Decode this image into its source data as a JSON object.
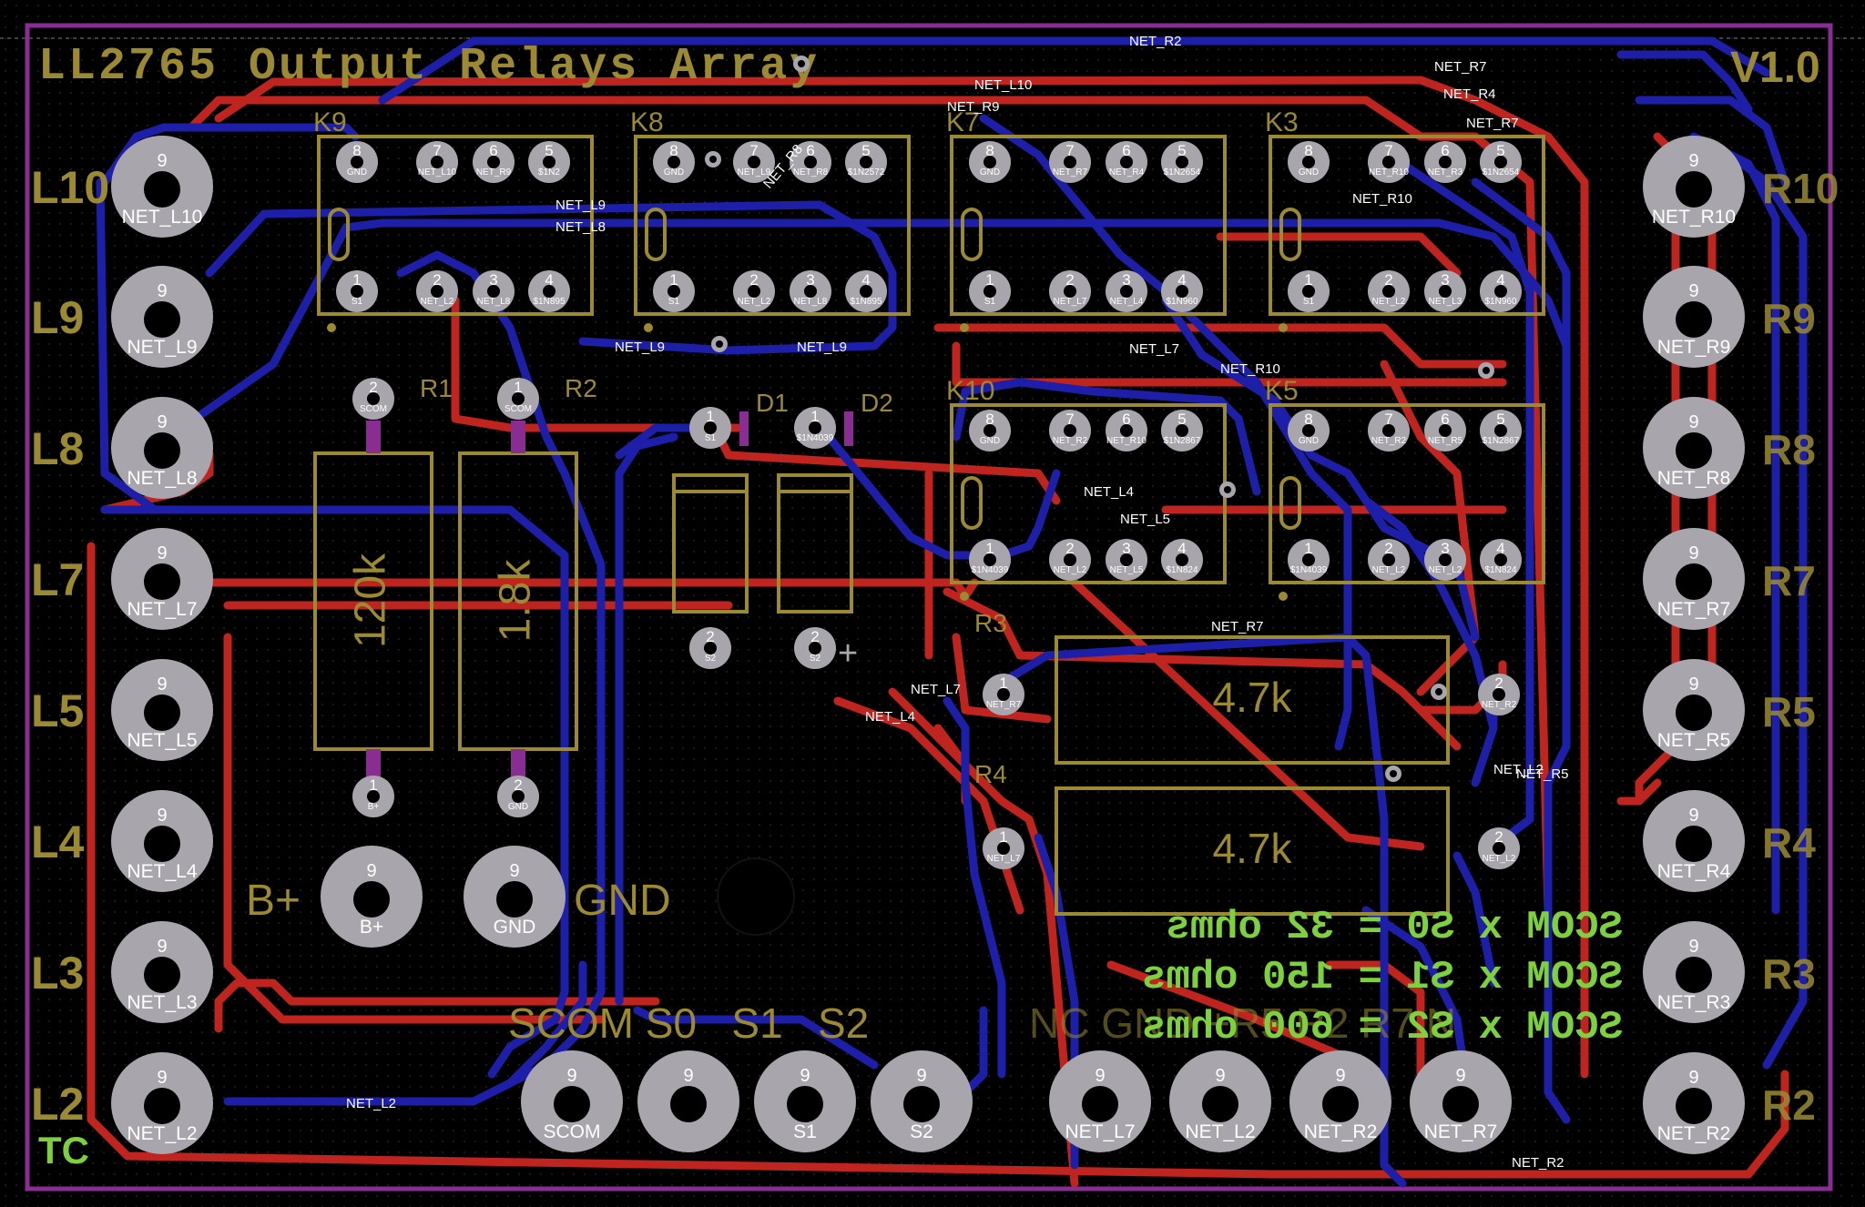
{
  "title": "LL2765 Output Relays Array",
  "version": "V1.0",
  "colors": {
    "background": "#000000",
    "outline": "#8a2d93",
    "top_copper": "#c0241f",
    "bottom_copper": "#1d1fa8",
    "silk": "#9b8a32",
    "pad": "#a9a5ad",
    "pad_hole": "#000000",
    "net_label": "#ffffff",
    "doc_text": "#7dd13f"
  },
  "left_labels": [
    "L10",
    "L9",
    "L8",
    "L7",
    "L5",
    "L4",
    "L3",
    "L2"
  ],
  "left_pads": [
    "NET_L10",
    "NET_L9",
    "NET_L8",
    "NET_L7",
    "NET_L5",
    "NET_L4",
    "NET_L3",
    "NET_L2"
  ],
  "right_labels": [
    "R10",
    "R9",
    "R8",
    "R7",
    "R5",
    "R4",
    "R3",
    "R2"
  ],
  "right_pads": [
    "NET_R10",
    "NET_R9",
    "NET_R8",
    "NET_R7",
    "NET_R5",
    "NET_R4",
    "NET_R3",
    "NET_R2"
  ],
  "bottom_pads": [
    {
      "num": "9",
      "label": "SCOM"
    },
    {
      "num": "9",
      "label": ""
    },
    {
      "num": "9",
      "label": "S1"
    },
    {
      "num": "9",
      "label": "S2"
    },
    {
      "num": "9",
      "label": "NET_L7"
    },
    {
      "num": "9",
      "label": "NET_L2"
    },
    {
      "num": "9",
      "label": "NET_R2"
    },
    {
      "num": "9",
      "label": "NET_R7"
    }
  ],
  "bottom_silk": "SCOM S0   S1   S2",
  "bottom_silk_faint": "NC GND +R5 R2 R7 N",
  "power_pads": [
    {
      "num": "9",
      "label": "B+",
      "silk": "B+"
    },
    {
      "num": "9",
      "label": "GND",
      "silk": "GND"
    }
  ],
  "pad_number": "9",
  "relays": [
    {
      "ref": "K9",
      "top_pins": [
        {
          "n": "8",
          "t": "GND"
        },
        {
          "n": "7",
          "t": "NET_L10"
        },
        {
          "n": "6",
          "t": "NET_R9"
        },
        {
          "n": "5",
          "t": "$1N2"
        }
      ],
      "bot_pins": [
        {
          "n": "1",
          "t": "S1"
        },
        {
          "n": "2",
          "t": "NET_L2"
        },
        {
          "n": "3",
          "t": "NET_L8"
        },
        {
          "n": "4",
          "t": "$1N895"
        }
      ]
    },
    {
      "ref": "K8",
      "top_pins": [
        {
          "n": "8",
          "t": "GND"
        },
        {
          "n": "7",
          "t": "NET_L9"
        },
        {
          "n": "6",
          "t": "NET_R8"
        },
        {
          "n": "5",
          "t": "$1N2572"
        }
      ],
      "bot_pins": [
        {
          "n": "1",
          "t": "S1"
        },
        {
          "n": "2",
          "t": "NET_L2"
        },
        {
          "n": "3",
          "t": "NET_L8"
        },
        {
          "n": "4",
          "t": "$1N895"
        }
      ]
    },
    {
      "ref": "K7",
      "top_pins": [
        {
          "n": "8",
          "t": "GND"
        },
        {
          "n": "7",
          "t": "NET_R7"
        },
        {
          "n": "6",
          "t": "NET_R4"
        },
        {
          "n": "5",
          "t": "$1N2654"
        }
      ],
      "bot_pins": [
        {
          "n": "1",
          "t": "S1"
        },
        {
          "n": "2",
          "t": "NET_L7"
        },
        {
          "n": "3",
          "t": "NET_L4"
        },
        {
          "n": "4",
          "t": "$1N960"
        }
      ]
    },
    {
      "ref": "K3",
      "top_pins": [
        {
          "n": "8",
          "t": "GND"
        },
        {
          "n": "7",
          "t": "NET_R10"
        },
        {
          "n": "6",
          "t": "NET_R3"
        },
        {
          "n": "5",
          "t": "$1N2654"
        }
      ],
      "bot_pins": [
        {
          "n": "1",
          "t": "S1"
        },
        {
          "n": "2",
          "t": "NET_L2"
        },
        {
          "n": "3",
          "t": "NET_L3"
        },
        {
          "n": "4",
          "t": "$1N960"
        }
      ]
    },
    {
      "ref": "K10",
      "top_pins": [
        {
          "n": "8",
          "t": "GND"
        },
        {
          "n": "7",
          "t": "NET_R2"
        },
        {
          "n": "6",
          "t": "NET_R10"
        },
        {
          "n": "5",
          "t": "$1N2867"
        }
      ],
      "bot_pins": [
        {
          "n": "1",
          "t": "$1N4039"
        },
        {
          "n": "2",
          "t": "NET_L2"
        },
        {
          "n": "3",
          "t": "NET_L5"
        },
        {
          "n": "4",
          "t": "$1N824"
        }
      ]
    },
    {
      "ref": "K5",
      "top_pins": [
        {
          "n": "8",
          "t": "GND"
        },
        {
          "n": "7",
          "t": "NET_R2"
        },
        {
          "n": "6",
          "t": "NET_R5"
        },
        {
          "n": "5",
          "t": "$1N2867"
        }
      ],
      "bot_pins": [
        {
          "n": "1",
          "t": "$1N4039"
        },
        {
          "n": "2",
          "t": "NET_L2"
        },
        {
          "n": "3",
          "t": "NET_L2"
        },
        {
          "n": "4",
          "t": "$1N824"
        }
      ]
    }
  ],
  "resistors": [
    {
      "ref": "R1",
      "value": "120k",
      "pin_top": "2",
      "pin_top_label": "SCOM",
      "pin_bot": "1",
      "pin_bot_label": "B+"
    },
    {
      "ref": "R2",
      "value": "1.8k",
      "pin_top": "1",
      "pin_top_label": "SCOM",
      "pin_bot": "2",
      "pin_bot_label": "GND"
    },
    {
      "ref": "R3",
      "value": "4.7k",
      "pin_a": "1",
      "pin_a_label": "NET_R7",
      "pin_b": "2",
      "pin_b_label": "NET_R2"
    },
    {
      "ref": "R4",
      "value": "4.7k",
      "pin_a": "1",
      "pin_a_label": "NET_L7",
      "pin_b": "2",
      "pin_b_label": "NET_L2"
    }
  ],
  "diodes": [
    {
      "ref": "D1",
      "pin_top": "1",
      "pin_top_label": "S1",
      "pin_bot": "2",
      "pin_bot_label": "S2"
    },
    {
      "ref": "D2",
      "pin_top": "1",
      "pin_top_label": "$1N4039",
      "pin_bot": "2",
      "pin_bot_label": "S2"
    }
  ],
  "doc_lines": [
    "SCOM x S0 = 32 ohms",
    "SCOM x S1 = 150 ohms",
    "SCOM x S2 = 600 ohms"
  ],
  "corner_mark": "TC",
  "net_labels": [
    "NET_R2",
    "NET_R7",
    "NET_L10",
    "NET_R4",
    "NET_R9",
    "NET_R7",
    "NET_R10",
    "NET_L9",
    "NET_L8",
    "NET_R8",
    "NET_L9",
    "NET_L9",
    "NET_L7",
    "NET_R10",
    "NET_L4",
    "NET_L5",
    "NET_R7",
    "NET_L7",
    "NET_L4",
    "NET_R5",
    "NET_L2",
    "NET_L2",
    "NET_R2"
  ]
}
